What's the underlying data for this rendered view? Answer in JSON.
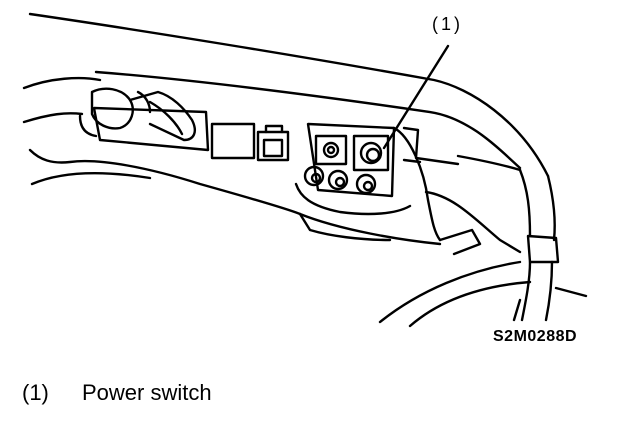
{
  "callout": {
    "label": "(1)"
  },
  "figure_code": "S2M0288D",
  "legend": [
    {
      "number": "(1)",
      "label": "Power switch"
    }
  ]
}
